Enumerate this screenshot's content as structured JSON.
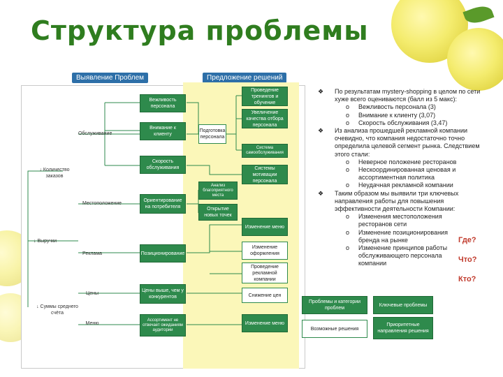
{
  "title": "Структура проблемы",
  "section_left": "Выявление Проблем",
  "section_right": "Предложение решений",
  "left": {
    "service": "Обслуживание",
    "location": "Местоположение",
    "advertising": "Реклама",
    "price": "Цены",
    "menu": "Меню",
    "orders": "↓ Количество заказов",
    "revenue": "↓ Выручки",
    "avg_check": "↓ Суммы среднего счёта"
  },
  "mid": {
    "politeness": "Вежливость персонала",
    "attention": "Внимание к клиенту",
    "speed": "Скорость обслуживания",
    "orientation": "Ориентирование на потребителя",
    "positioning": "Позиционирование",
    "prices_higher": "Цены выше, чем у конкурентов",
    "menu_problem": "Ассортимент не отвечает ожиданиям аудитории"
  },
  "solutions": {
    "training": "Проведение тренингов и обучение",
    "selection": "Увеличение качества отбора персонала",
    "staff_prep": "Подготовка персонала",
    "system": "Система самообслуживания",
    "motivation": "Системы мотивации персонала",
    "analysis": "Анализ благоприятного места",
    "new_points": "Открытие новых точек",
    "change_menu_1": "Изменение меню",
    "change_design": "Изменение оформления",
    "ad_campaign": "Проведение рекламной компании",
    "price_cut": "Снижение цен",
    "change_menu_2": "Изменение меню"
  },
  "right_text": {
    "p1": "По результатам mystery-shopping в целом по сети хуже всего оцениваются (балл из 5 макс):",
    "p1_items": [
      "Вежливость персонала (3)",
      "Внимание к клиенту (3,07)",
      "Скорость обслуживания (3,47)"
    ],
    "p2": "Из анализа прошедшей рекламной компании очевидно, что компания недостаточно точно определила целевой сегмент рынка. Следствием этого стали:",
    "p2_items": [
      "Неверное положение ресторанов",
      "Нескоординированная ценовая и ассортиментная политика",
      "Неудачная рекламной компании"
    ],
    "p3": "Таким образом мы выявили три ключевых направления работы для повышения эффективности деятельности Компании:",
    "p3_items": [
      "Изменения местоположения ресторанов сети",
      "Изменение позиционирования бренда на рынке",
      "Изменение принципов работы обслуживающего персонала компании"
    ],
    "q_where": "Где?",
    "q_what": "Что?",
    "q_who": "Кто?"
  },
  "legend": {
    "problems": "Проблемы и категории проблем",
    "key": "Ключевые проблемы",
    "possible": "Возможные решения",
    "priority": "Приоритетные направления решения"
  },
  "colors": {
    "accent": "#2e8a4c",
    "title": "#2f7d1f",
    "tab": "#2d6fa8",
    "band": "#fbf7b9",
    "question": "#c0392b"
  }
}
